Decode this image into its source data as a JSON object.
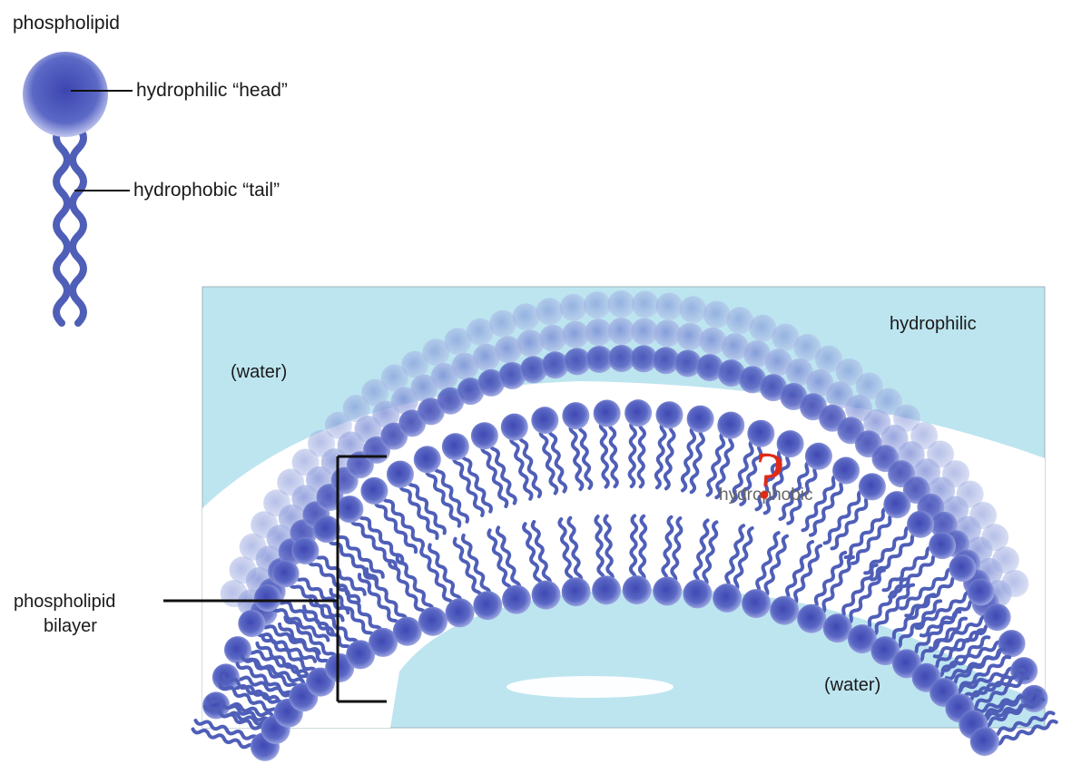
{
  "title": "phospholipid",
  "labels": {
    "head": "hydrophilic “head”",
    "tail": "hydrophobic “tail”",
    "water_top": "(water)",
    "hydrophilic": "hydrophilic",
    "water_bottom": "(water)",
    "bilayer_line1": "phospholipid",
    "bilayer_line2": "bilayer",
    "hydrophobic_erased": "hydrophobic",
    "question_mark": "?"
  },
  "colors": {
    "water": "#bde5f0",
    "head": "#5a66c0",
    "tail": "#4f5fb8",
    "question_mark": "#e02a18"
  }
}
